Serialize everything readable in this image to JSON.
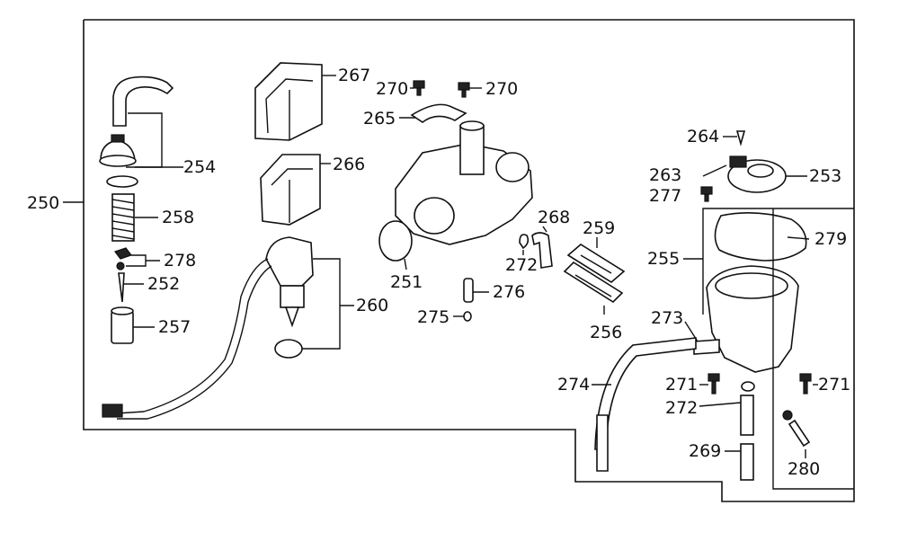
{
  "callouts": {
    "c250": "250",
    "c251": "251",
    "c252": "252",
    "c253": "253",
    "c254": "254",
    "c255": "255",
    "c256": "256",
    "c257": "257",
    "c258": "258",
    "c259": "259",
    "c260": "260",
    "c263": "263",
    "c264": "264",
    "c265": "265",
    "c266": "266",
    "c267": "267",
    "c268": "268",
    "c269": "269",
    "c270a": "270",
    "c270b": "270",
    "c271a": "271",
    "c271b": "271",
    "c272a": "272",
    "c272b": "272",
    "c273": "273",
    "c274": "274",
    "c275": "275",
    "c276": "276",
    "c277": "277",
    "c278": "278",
    "c279": "279",
    "c280": "280"
  }
}
